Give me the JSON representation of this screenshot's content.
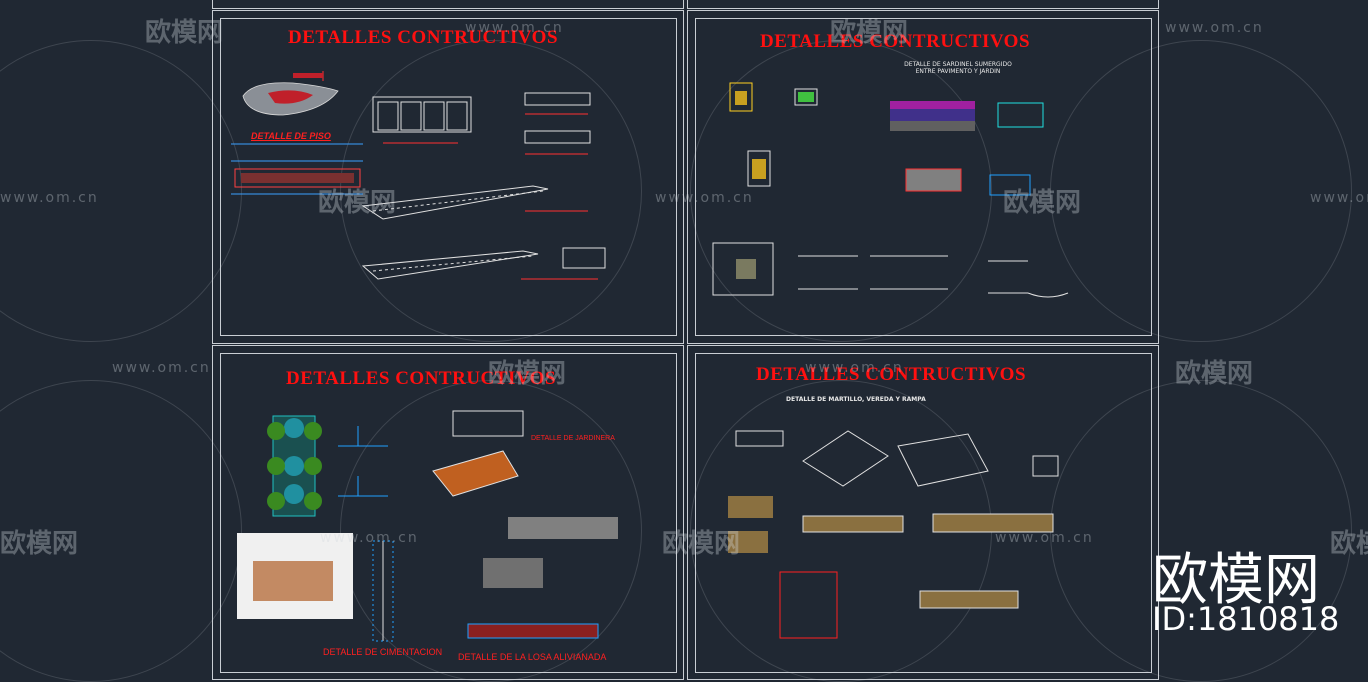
{
  "sheets": [
    {
      "title": "DETALLES CONTRUCTIVOS"
    },
    {
      "title": "DETALLES CONTRUCTIVOS",
      "subtitle": "DETALLE DE SARDINEL SUMERGIDO ENTRE PAVIMENTO Y JARDIN"
    },
    {
      "title": "DETALLES CONTRUCTIVOS",
      "labels": {
        "jardinera": "DETALLE DE JARDINERA",
        "cimentacion": "DETALLE DE CIMENTACION",
        "losa": "DETALLE DE LA LOSA ALIVIANADA"
      }
    },
    {
      "title": "DETALLES CONTRUCTIVOS",
      "subtitle": "DETALLE DE MARTILLO, VEREDA Y RAMPA"
    }
  ],
  "sheet1_labels": {
    "piso": "DETALLE DE PISO"
  },
  "watermark": {
    "url": "www.om.cn",
    "logo": "欧模网"
  },
  "brand": {
    "name": "欧模网",
    "id": "ID:1810818"
  },
  "colors": {
    "background": "#202833",
    "title": "#ff1010",
    "frame": "#c9ced4",
    "brand": "#ffffff"
  }
}
